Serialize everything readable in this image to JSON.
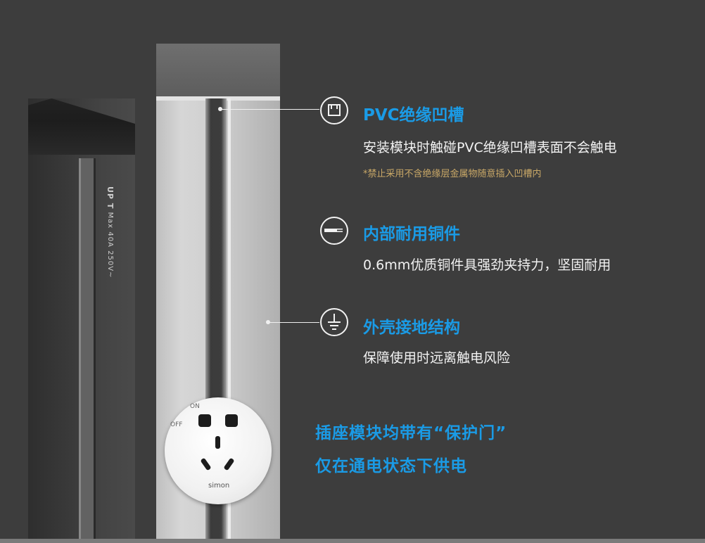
{
  "product": {
    "dark_rail_text_main": "UP T",
    "dark_rail_text_sub": "Max 40A 250V~",
    "socket_off_label": "OFF",
    "socket_on_label": "ON",
    "socket_brand": "simon"
  },
  "features": [
    {
      "icon": "socket-outline-icon",
      "title": "PVC绝缘凹槽",
      "desc": "安装模块时触碰PVC绝缘凹槽表面不会触电",
      "note": "*禁止采用不含绝缘层金属物随意插入凹槽内"
    },
    {
      "icon": "copper-bar-icon",
      "title": "内部耐用铜件",
      "desc": "0.6mm优质铜件具强劲夹持力，坚固耐用"
    },
    {
      "icon": "ground-icon",
      "title": "外壳接地结构",
      "desc": "保障使用时远离触电风险"
    }
  ],
  "safety": {
    "line1": "插座模块均带有“保护门”",
    "line2": "仅在通电状态下供电"
  },
  "colors": {
    "accent": "#1a9be6",
    "note": "#c9a867",
    "background": "#3d3d3d"
  }
}
